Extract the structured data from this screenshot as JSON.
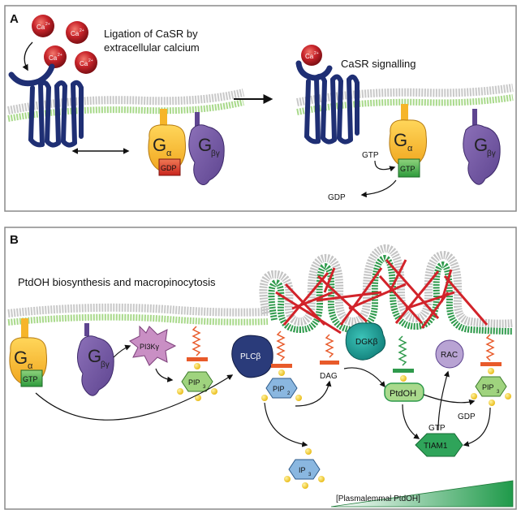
{
  "panel_a": {
    "letter": "A",
    "ligation_caption_line1": "Ligation of CaSR by",
    "ligation_caption_line2": "extracellular calcium",
    "signalling_caption": "CaSR signalling",
    "calcium_label": "Ca",
    "calcium_superscript": "2+",
    "g_alpha_main": "G",
    "g_alpha_sub": "α",
    "g_betagamma_main": "G",
    "g_betagamma_sub": "βγ",
    "gdp_box": "GDP",
    "gtp_box": "GTP",
    "gtp_label": "GTP",
    "gdp_label": "GDP"
  },
  "panel_b": {
    "letter": "B",
    "title": "PtdOH biosynthesis and macropinocytosis",
    "g_alpha_main": "G",
    "g_alpha_sub": "α",
    "g_betagamma_main": "G",
    "g_betagamma_sub": "βγ",
    "gtp_box": "GTP",
    "pi3k": "PI3Kγ",
    "plcb": "PLCβ",
    "pip3_main": "PIP",
    "pip3_sub": "3",
    "pip2_main": "PIP",
    "pip2_sub": "2",
    "ip3_main": "IP",
    "ip3_sub": "3",
    "dag": "DAG",
    "dgkb": "DGKβ",
    "ptdoh": "PtdOH",
    "rac": "RAC",
    "gdp_label": "GDP",
    "gtp_label": "GTP",
    "tiam1": "TIAM1",
    "gradient_label": "[Plasmalemmal PtdOH]"
  },
  "colors": {
    "calcium": "#c0252a",
    "casr": "#1f2f74",
    "g_alpha": "#f6b52a",
    "g_betagamma": "#7a5ca8",
    "gdp_box": "#d93a2b",
    "gtp_box": "#3aa845",
    "membrane_green": "#9bd27a",
    "membrane_grey": "#b9b9b9",
    "actin": "#d2232a",
    "pi3k": "#c98fc4",
    "plcb": "#2a3b7a",
    "pip": "#8ab7e0",
    "pip3": "#9fd37e",
    "dgkb": "#1aa39a",
    "ptdoh": "#a9d98c",
    "rac": "#b8a3d3",
    "tiam1": "#2fa45a",
    "phosphate": "#f4cd2a"
  }
}
